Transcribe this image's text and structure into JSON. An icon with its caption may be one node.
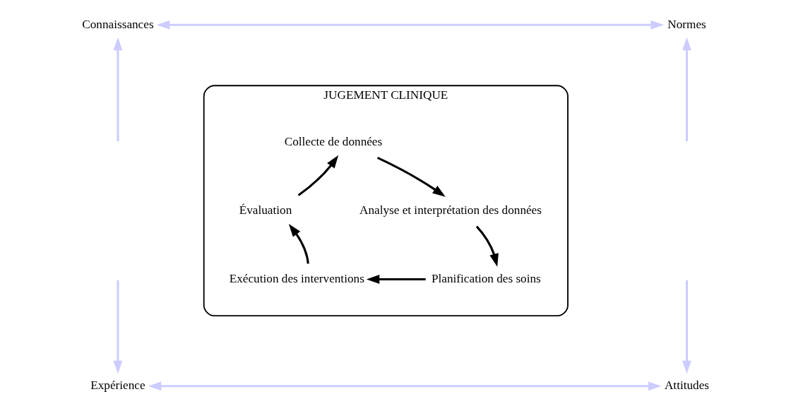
{
  "diagram": {
    "nodes": [
      {
        "text": [
          "Connaissances"
        ]
      },
      {
        "text": [
          "Normes"
        ]
      },
      {
        "text": [
          "JUGEMENT CLINIQUE"
        ]
      },
      {
        "text": [
          "Collecte de données"
        ],
        "in": 2
      },
      {
        "text": [
          "Évaluation"
        ],
        "in": 2
      },
      {
        "text": [
          "Analyse et interprétation des données"
        ],
        "in": 2
      },
      {
        "text": [
          "Exécution des interventions"
        ],
        "in": 2
      },
      {
        "text": [
          "Planification des soins"
        ],
        "in": 2
      },
      {
        "text": [
          "Expérience"
        ]
      },
      {
        "text": [
          "Attitudes"
        ]
      }
    ],
    "edges": [
      {
        "from": 0,
        "to": 1,
        "arrow": "both",
        "color": "#ccccff"
      },
      {
        "from": null,
        "to": 0,
        "arrow": "to",
        "color": "#ccccff"
      },
      {
        "from": null,
        "to": 8,
        "arrow": "to",
        "color": "#ccccff"
      },
      {
        "from": null,
        "to": 1,
        "arrow": "to",
        "color": "#ccccff"
      },
      {
        "from": null,
        "to": 9,
        "arrow": "to",
        "color": "#ccccff"
      },
      {
        "from": 4,
        "to": 3,
        "arrow": "to",
        "color": "#000000"
      },
      {
        "from": 3,
        "to": 5,
        "arrow": "to",
        "color": "#000000"
      },
      {
        "from": 5,
        "to": 7,
        "arrow": "to",
        "color": "#000000"
      },
      {
        "from": 7,
        "to": 6,
        "arrow": "to",
        "color": "#000000"
      },
      {
        "from": 6,
        "to": 4,
        "arrow": "to",
        "color": "#000000"
      },
      {
        "from": 8,
        "to": 9,
        "arrow": "both",
        "color": "#ccccff"
      }
    ]
  }
}
